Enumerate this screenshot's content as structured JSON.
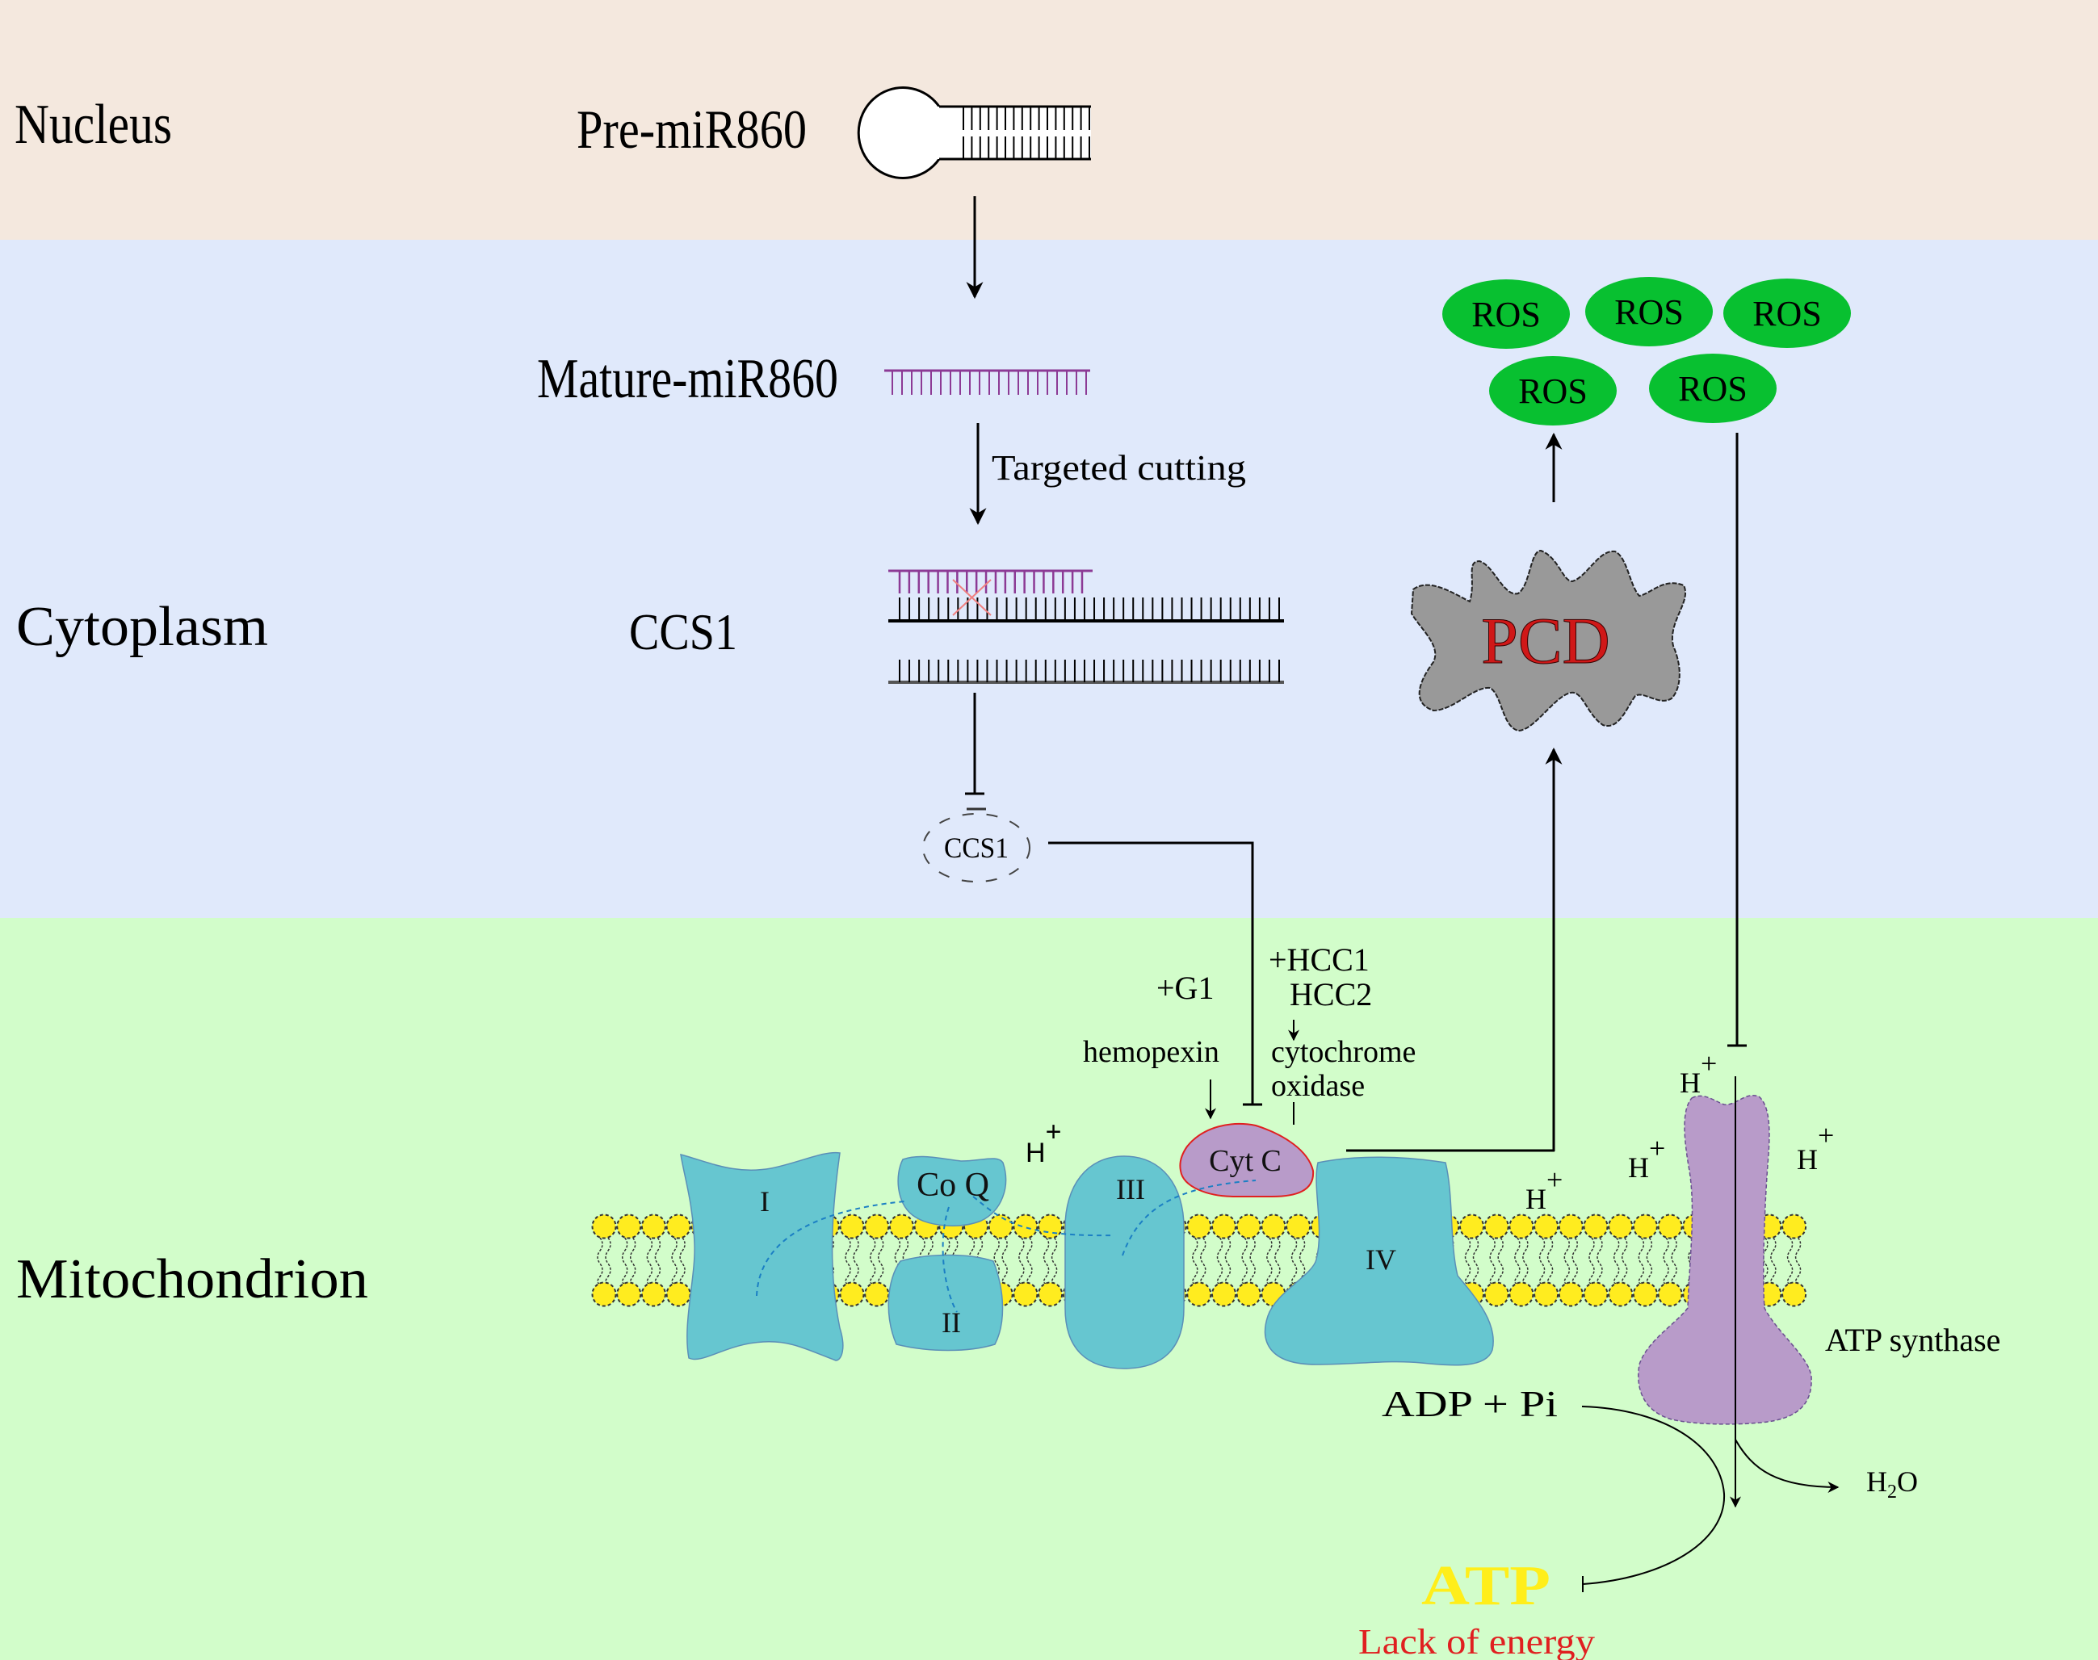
{
  "colors": {
    "nucleus_bg": "#f4e8de",
    "cytoplasm_bg": "#e0e9fb",
    "mitochondrion_bg": "#d2fdca",
    "complex": "#66c6d0",
    "cytc": "#b89bc9",
    "atp_synthase": "#b89bc9",
    "ros": "#08c030",
    "pcd": "#999999",
    "pcd_text": "#d01818",
    "mirna": "#8c3a95",
    "lipid_head": "#ffec1f",
    "atp_text": "#ffee1a",
    "lack_text": "#e02020"
  },
  "regions": {
    "nucleus": "Nucleus",
    "cytoplasm": "Cytoplasm",
    "mitochondrion": "Mitochondrion"
  },
  "labels": {
    "pre_mir": "Pre-miR860",
    "mature_mir": "Mature-miR860",
    "targeted_cutting": "Targeted cutting",
    "ccs1_gene": "CCS1",
    "ccs1_protein": "CCS1",
    "pcd": "PCD",
    "ros": [
      "ROS",
      "ROS",
      "ROS",
      "ROS",
      "ROS"
    ],
    "g1": "+G1",
    "hcc1": "+HCC1",
    "hcc2": "HCC2",
    "hemopexin": "hemopexin",
    "cytochrome": "cytochrome",
    "oxidase": "oxidase",
    "complex_i": "I",
    "complex_ii": "II",
    "complex_iii": "III",
    "complex_iv": "IV",
    "coq": "Co Q",
    "cytc": "Cyt C",
    "proton": "H",
    "proton_charge": "+",
    "atp_synthase": "ATP synthase",
    "adp_pi": "ADP + Pi",
    "h2o_h": "H",
    "h2o_sub": "2",
    "h2o_o": "O",
    "atp": "ATP",
    "lack_of_energy": "Lack of energy"
  }
}
